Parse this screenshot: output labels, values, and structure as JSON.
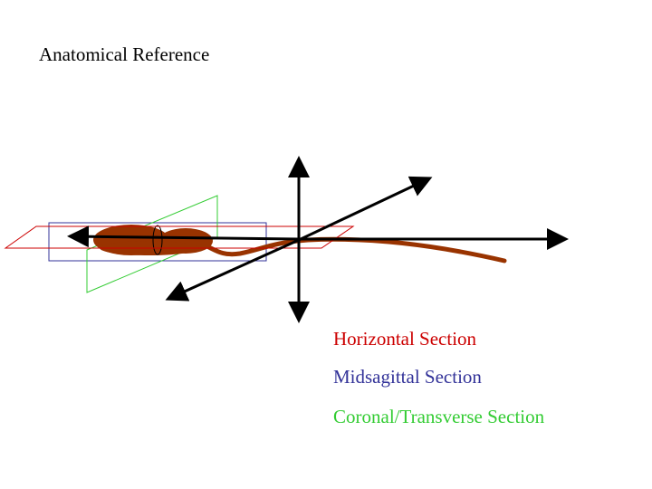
{
  "title": "Anatomical Reference",
  "legend": {
    "horizontal": "Horizontal Section",
    "midsagittal": "Midsagittal Section",
    "coronal": "Coronal/Transverse Section"
  },
  "colors": {
    "horizontal": "#cc0000",
    "midsagittal": "#333399",
    "coronal": "#33cc33",
    "specimen": "#993300",
    "axes": "#000000"
  }
}
